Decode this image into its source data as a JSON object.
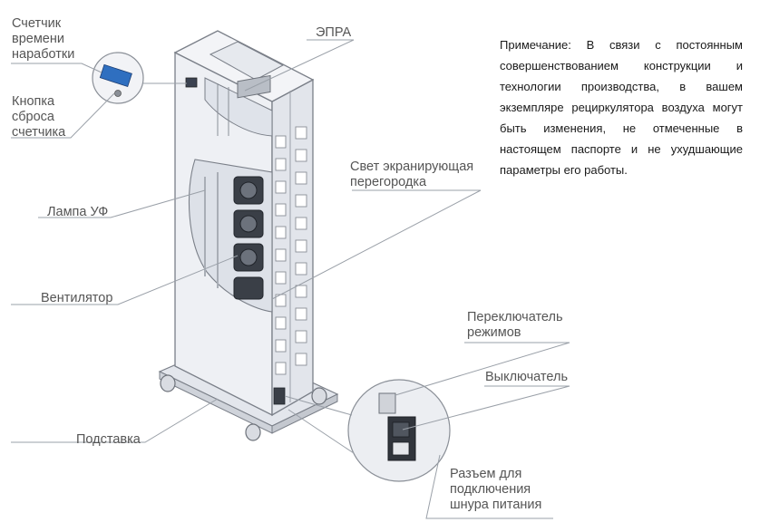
{
  "labels": {
    "hour_counter": "Счетчик времени наработки",
    "reset_button": "Кнопка сброса счетчика",
    "ballast": "ЭПРА",
    "uv_lamp": "Лампа УФ",
    "light_baffle": "Свет экранирующая перегородка",
    "fan": "Вентилятор",
    "mode_switch": "Переключатель режимов",
    "power_switch": "Выключатель",
    "power_connector": "Разъем для подключения шнура питания",
    "stand": "Подставка"
  },
  "note": "Примечание: В связи с постоянным совершенствованием конструкции и технологии производства, в вашем экземпляре рециркулятора воздуха могут быть изменения, не отмеченные в настоящем паспорте и не ухудшающие параметры его работы.",
  "colors": {
    "body": "#e9ecf2",
    "outline": "#7a7f88",
    "leader": "#9aa0a8",
    "counter_display": "#2f6fc0"
  }
}
